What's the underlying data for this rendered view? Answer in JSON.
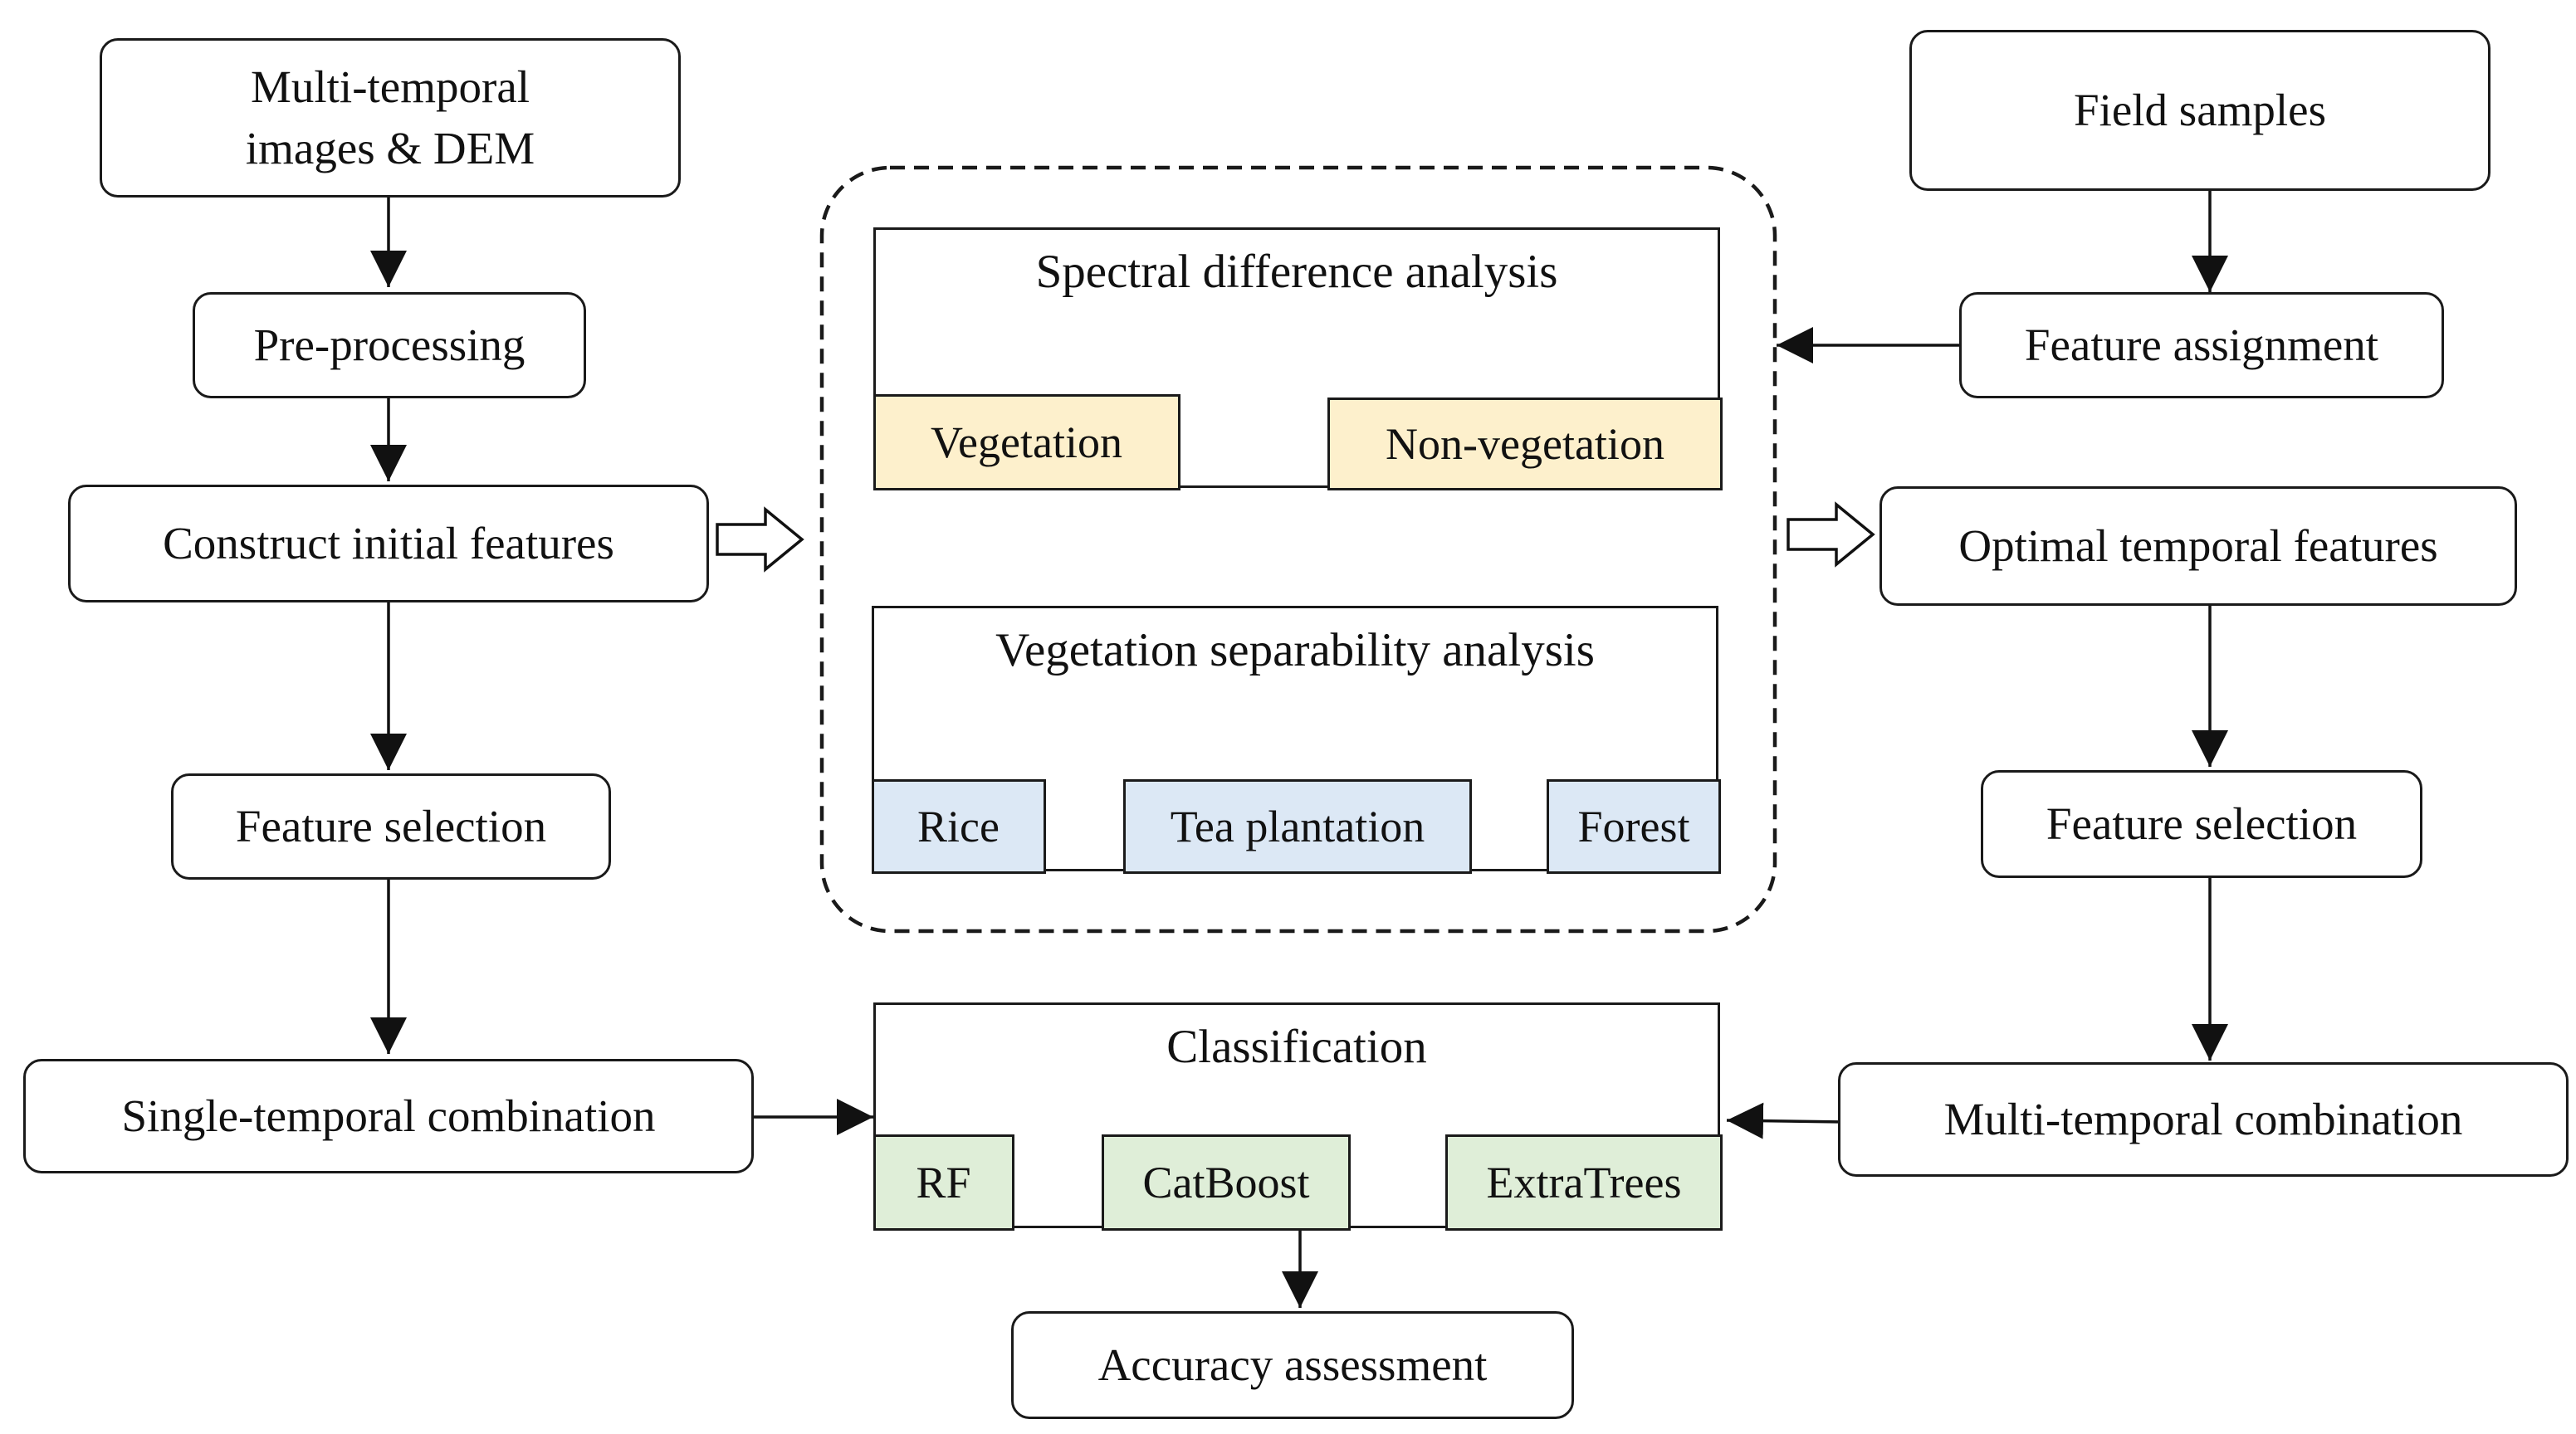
{
  "left_column": {
    "inputs": "Multi-temporal images & DEM",
    "preprocessing": "Pre-processing",
    "construct": "Construct initial features",
    "feature_selection": "Feature selection",
    "single_temporal": "Single-temporal combination"
  },
  "right_column": {
    "field_samples": "Field samples",
    "feature_assignment": "Feature assignment",
    "optimal_temporal": "Optimal temporal features",
    "feature_selection": "Feature selection",
    "multi_temporal": "Multi-temporal combination"
  },
  "spectral_panel": {
    "title": "Spectral difference analysis",
    "items": [
      "Vegetation",
      "Non-vegetation"
    ]
  },
  "separability_panel": {
    "title": "Vegetation separability analysis",
    "items": [
      "Rice",
      "Tea plantation",
      "Forest"
    ]
  },
  "classification_panel": {
    "title": "Classification",
    "items": [
      "RF",
      "CatBoost",
      "ExtraTrees"
    ]
  },
  "accuracy": "Accuracy assessment",
  "colors": {
    "spectral_items": "#fdf0cc",
    "separability_items": "#dce8f5",
    "classifier_items": "#dfeed8"
  }
}
